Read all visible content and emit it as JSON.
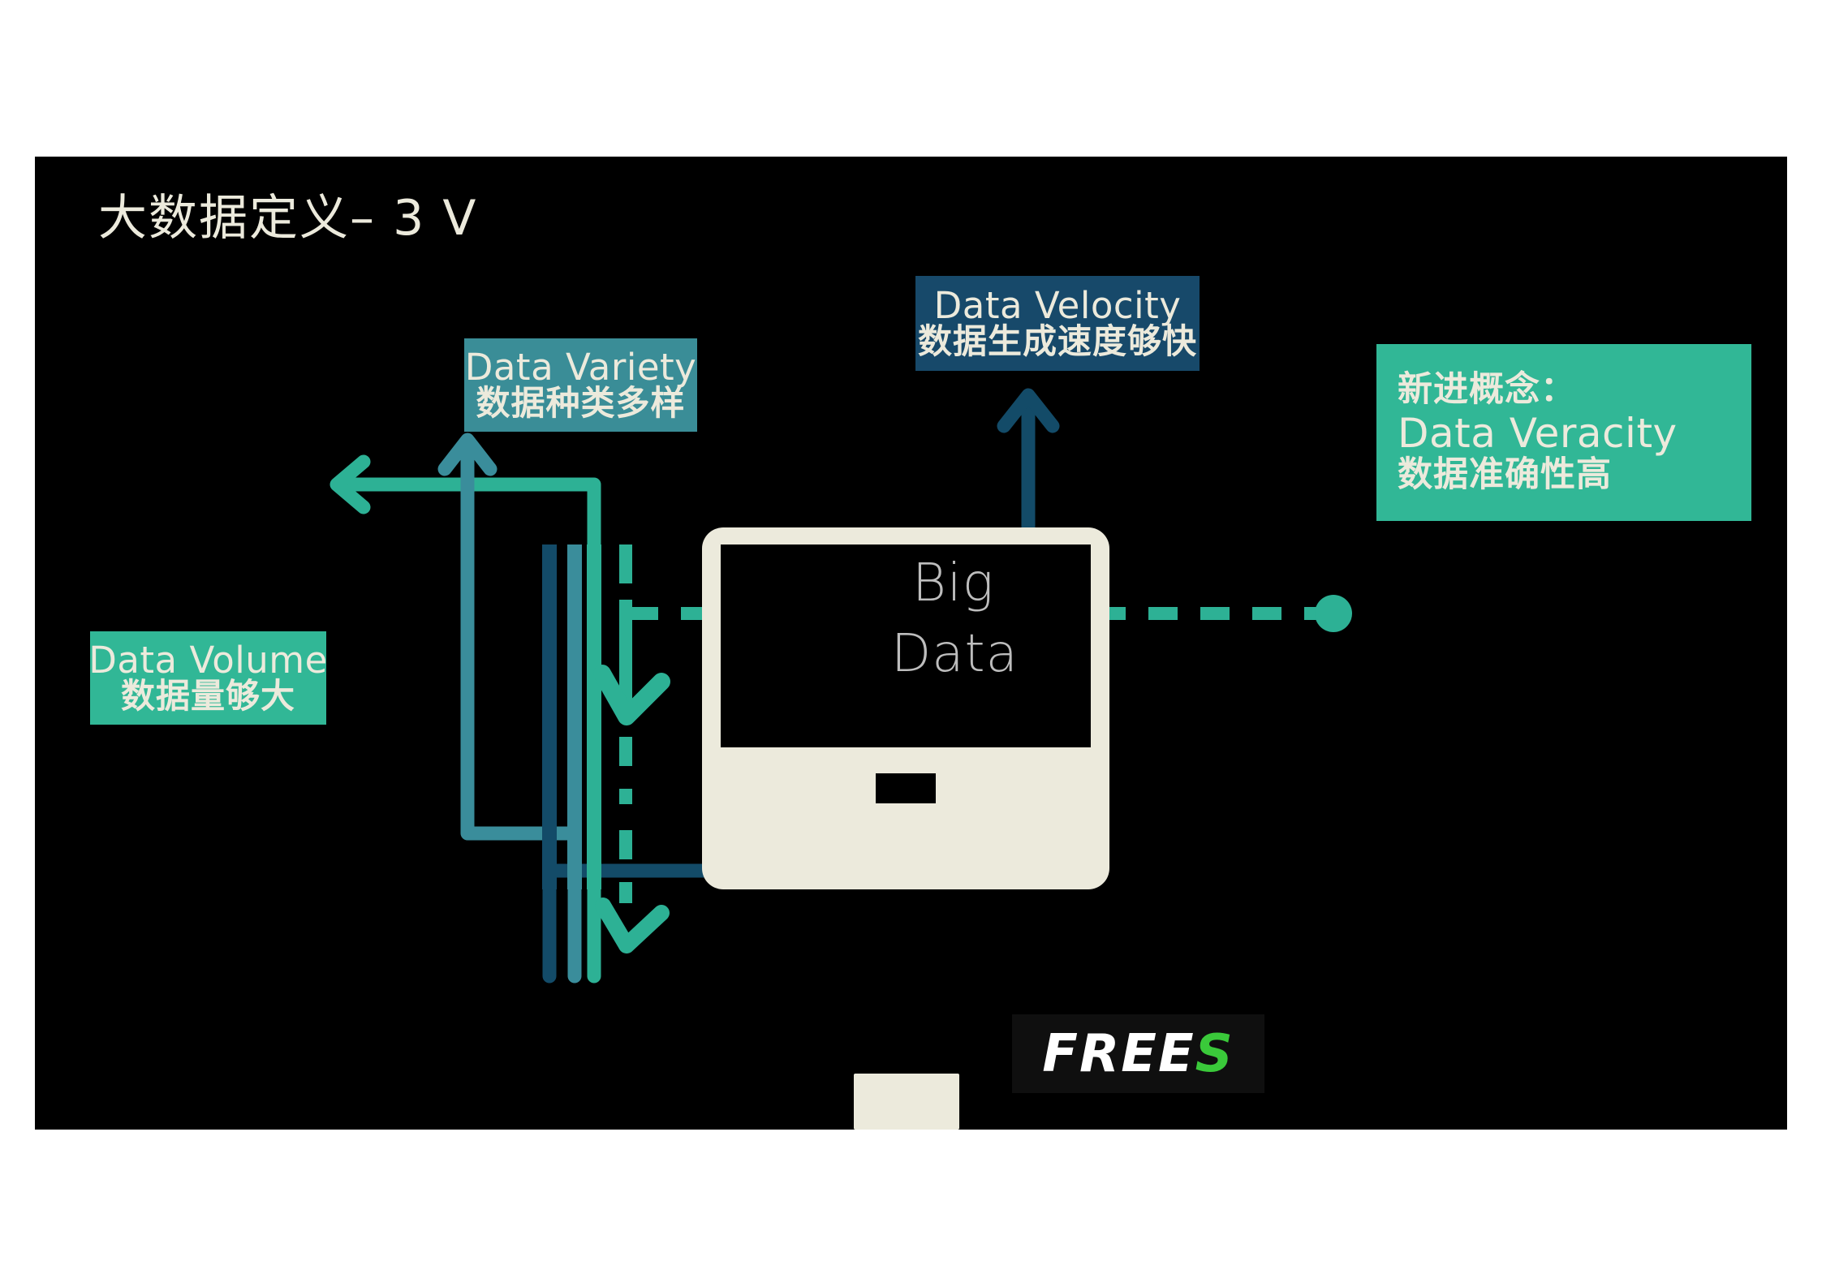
{
  "slide": {
    "title": "大数据定义– 3 V",
    "background_color": "#000000",
    "page_background": "#ffffff"
  },
  "boxes": {
    "variety": {
      "en": "Data Variety",
      "cn": "数据种类多样",
      "color": "#3a8d97"
    },
    "velocity": {
      "en": "Data Velocity",
      "cn": "数据生成速度够快",
      "color": "#17496a"
    },
    "volume": {
      "en": "Data Volume",
      "cn": "数据量够大",
      "color": "#31b796"
    },
    "veracity": {
      "cn_top": "新进概念：",
      "en": "Data Veracity",
      "cn": "数据准确性高",
      "color": "#31b796"
    }
  },
  "monitor": {
    "screen_text_line1": "Big",
    "screen_text_line2": "Data",
    "bezel_color": "#eceadc",
    "screen_color": "#000000"
  },
  "logo": {
    "part1": "FREE",
    "part2": "S",
    "part1_color": "#ffffff",
    "part2_color": "#3ac93a",
    "background": "#0f0f0f"
  },
  "wires": {
    "volume_arrow_color": "#2db195",
    "variety_arrow_color": "#3a8d9b",
    "velocity_arrow_color": "#134b68",
    "veracity_dashed_color": "#2db195",
    "dot_color": "#2db195"
  }
}
